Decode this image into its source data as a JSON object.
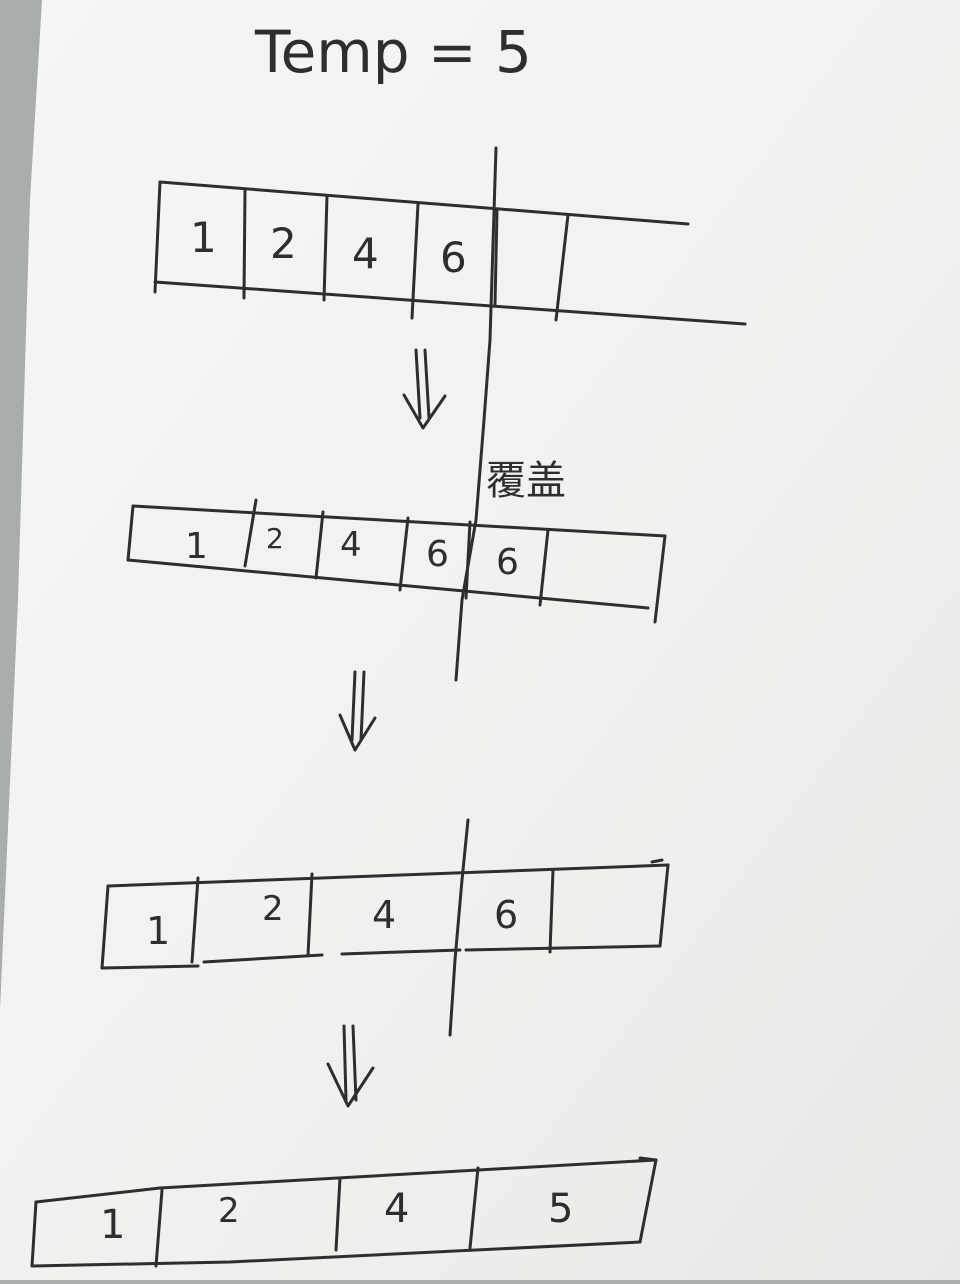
{
  "header": {
    "text": "Temp = 5"
  },
  "annotation": {
    "text": "覆盖"
  },
  "arrows": [
    "⇓",
    "⇓",
    "⇓"
  ],
  "arrays": [
    {
      "cells": [
        "1",
        "2",
        "4",
        "6",
        "",
        ""
      ]
    },
    {
      "cells": [
        "1",
        "2",
        "4",
        "6",
        "6",
        ""
      ]
    },
    {
      "cells": [
        "1",
        "2",
        "4",
        "6",
        ""
      ]
    },
    {
      "cells": [
        "1",
        "2",
        "4",
        "5"
      ]
    }
  ],
  "colors": {
    "paper": "#f4f4f2",
    "ink": "#2e2e2e",
    "shadow": "#a9aeaa"
  }
}
